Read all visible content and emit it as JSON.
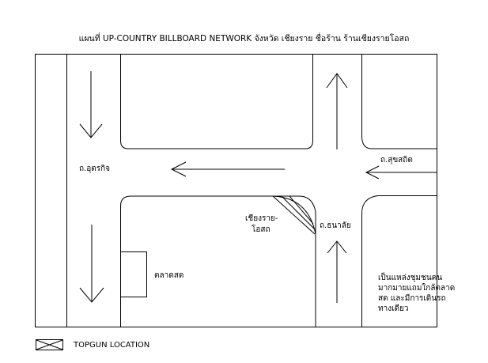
{
  "title": "แผนที่ UP-COUNTRY BILLBOARD NETWORK จังหวัด เชียงราย ชื่อร้าน ร้านเชียงรายโอสถ",
  "roads": {
    "utarakit": "ถ.อุตรกิจ",
    "suksathit": "ถ.สุขสถิต",
    "thanalai": "ถ.ธนาลัย"
  },
  "places": {
    "store_line1": "เชียงราย-",
    "store_line2": "โอสถ",
    "market": "ตลาดสด"
  },
  "note": [
    "เป็นแหล่งชุมชนคน",
    "มากมายแถมใกล้ตลาด",
    "สด และมีการเดินรถ",
    "ทางเดียว"
  ],
  "legend": {
    "label": "TOPGUN LOCATION",
    "icon": "crossed-box-icon"
  },
  "colors": {
    "line": "#000000",
    "background": "#ffffff"
  }
}
